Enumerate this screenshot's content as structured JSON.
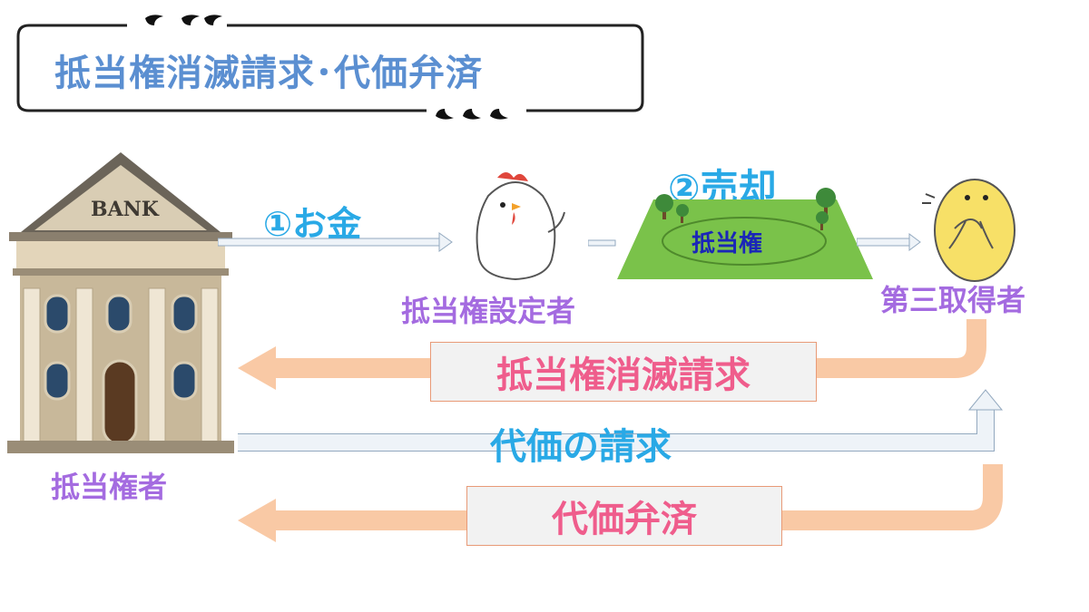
{
  "title": "抵当権消滅請求･代価弁済",
  "bank": {
    "sign": "BANK",
    "label": "抵当権者"
  },
  "setter": {
    "label": "抵当権設定者"
  },
  "third_party": {
    "label": "第三取得者"
  },
  "land": {
    "label": "抵当権"
  },
  "arrow_money": "①お金",
  "arrow_sale": "②売却",
  "request_extinction": "抵当権消滅請求",
  "request_price": "代価の請求",
  "payment": "代価弁済",
  "colors": {
    "title": "#5b8fd1",
    "party_label": "#a46be0",
    "flow_blue": "#29a9e6",
    "flow_pink": "#ef5d8c",
    "land_green": "#7ac24a",
    "arrow_peach": "#f9c9a5"
  }
}
